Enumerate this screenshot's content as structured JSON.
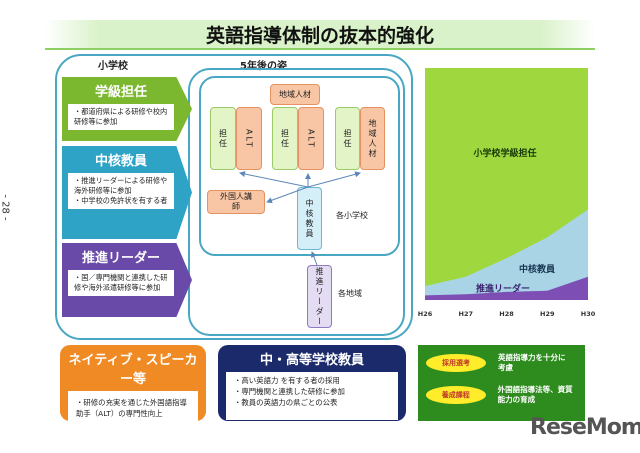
{
  "title": "英語指導体制の抜本的強化",
  "page_number": "- 28 -",
  "elementary": {
    "label": "小学校",
    "future_label": "5年後の姿",
    "roles": [
      {
        "title": "学級担任",
        "items": [
          "・都道府県による研修や校内研修等に参加"
        ],
        "color": "#7cb82f"
      },
      {
        "title": "中核教員",
        "items": [
          "・推進リーダーによる研修や海外研修等に参加",
          "・中学校の免許状を有する者"
        ],
        "color": "#2fa3c5"
      },
      {
        "title": "推進リーダー",
        "items": [
          "・国／専門機関と連携した研修や海外派遣研修等に参加"
        ],
        "color": "#6a4aa8"
      }
    ],
    "diagram": {
      "local_talent_top": "地域人材",
      "pairs": [
        [
          "担任",
          "ALT"
        ],
        [
          "担任",
          "ALT"
        ],
        [
          "担任",
          "地域人材"
        ]
      ],
      "foreign_instructor": "外国人講師",
      "core_teacher": "中核教員",
      "each_school": "各小学校",
      "promotion_leader": "推進リーダー",
      "each_region": "各地域"
    }
  },
  "bottom_boxes": [
    {
      "title": "ネイティブ・スピーカー等",
      "items": [
        "・研修の充実を通じた外国語指導助手（ALT）の専門性向上"
      ],
      "color": "#f08a24"
    },
    {
      "title": "中・高等学校教員",
      "items": [
        "・高い英語力 を有する者の採用",
        "・専門機関と連携した研修に参加",
        "・教員の英語力の県ごとの公表"
      ],
      "color": "#1b2a6b"
    },
    {
      "rows": [
        {
          "pill": "採用選考",
          "text": "英語指導力を十分に考慮"
        },
        {
          "pill": "養成課程",
          "text": "外国語指導法等、資質能力の育成"
        }
      ],
      "color": "#2e8b1e"
    }
  ],
  "chart_data": {
    "type": "area",
    "stacked": true,
    "categories": [
      "H26",
      "H27",
      "H28",
      "H29",
      "H30"
    ],
    "series": [
      {
        "name": "推進リーダー",
        "values": [
          2,
          2.5,
          3.5,
          4,
          10
        ],
        "color": "#7d4fb5"
      },
      {
        "name": "中核教員",
        "values": [
          6,
          10,
          18,
          27,
          39
        ],
        "color": "#a8d4e6"
      },
      {
        "name": "小学校学級担任",
        "values": [
          100,
          100,
          100,
          100,
          100
        ],
        "color": "#9fd83e"
      }
    ],
    "ylim": [
      0,
      100
    ],
    "grid": false
  },
  "logo": "ReseMom"
}
